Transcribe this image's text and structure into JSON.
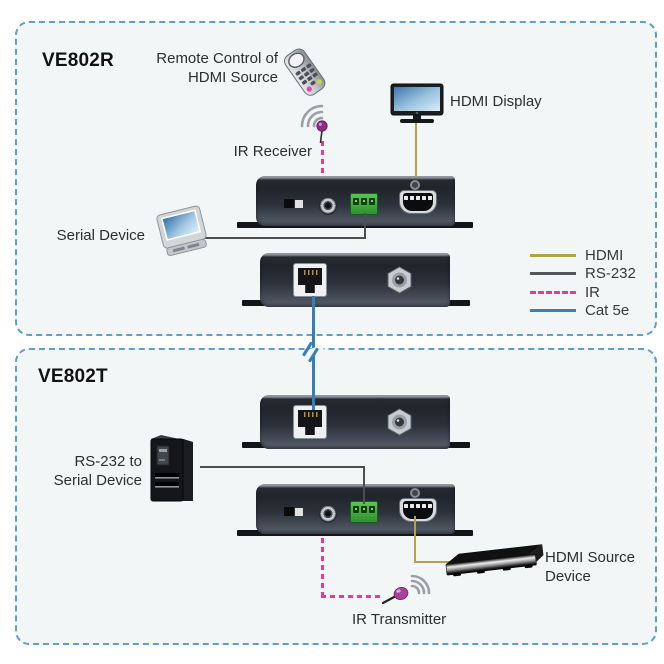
{
  "sections": {
    "receiver": {
      "title": "VE802R"
    },
    "transmitter": {
      "title": "VE802T"
    }
  },
  "labels": {
    "remote_line1": "Remote Control of",
    "remote_line2": "HDMI Source",
    "ir_receiver": "IR Receiver",
    "hdmi_display": "HDMI Display",
    "serial_device": "Serial Device",
    "rs232_line1": "RS-232 to",
    "rs232_line2": "Serial Device",
    "hdmi_source_line1": "HDMI Source",
    "hdmi_source_line2": "Device",
    "ir_transmitter": "IR Transmitter"
  },
  "legend": {
    "items": [
      {
        "label": "HDMI",
        "color": "#b1a14c",
        "style": "solid"
      },
      {
        "label": "RS-232",
        "color": "#55575a",
        "style": "solid"
      },
      {
        "label": "IR",
        "color": "#e93a93",
        "style": "dashed"
      },
      {
        "label": "Cat 5e",
        "color": "#3880b8",
        "style": "solid"
      }
    ]
  }
}
